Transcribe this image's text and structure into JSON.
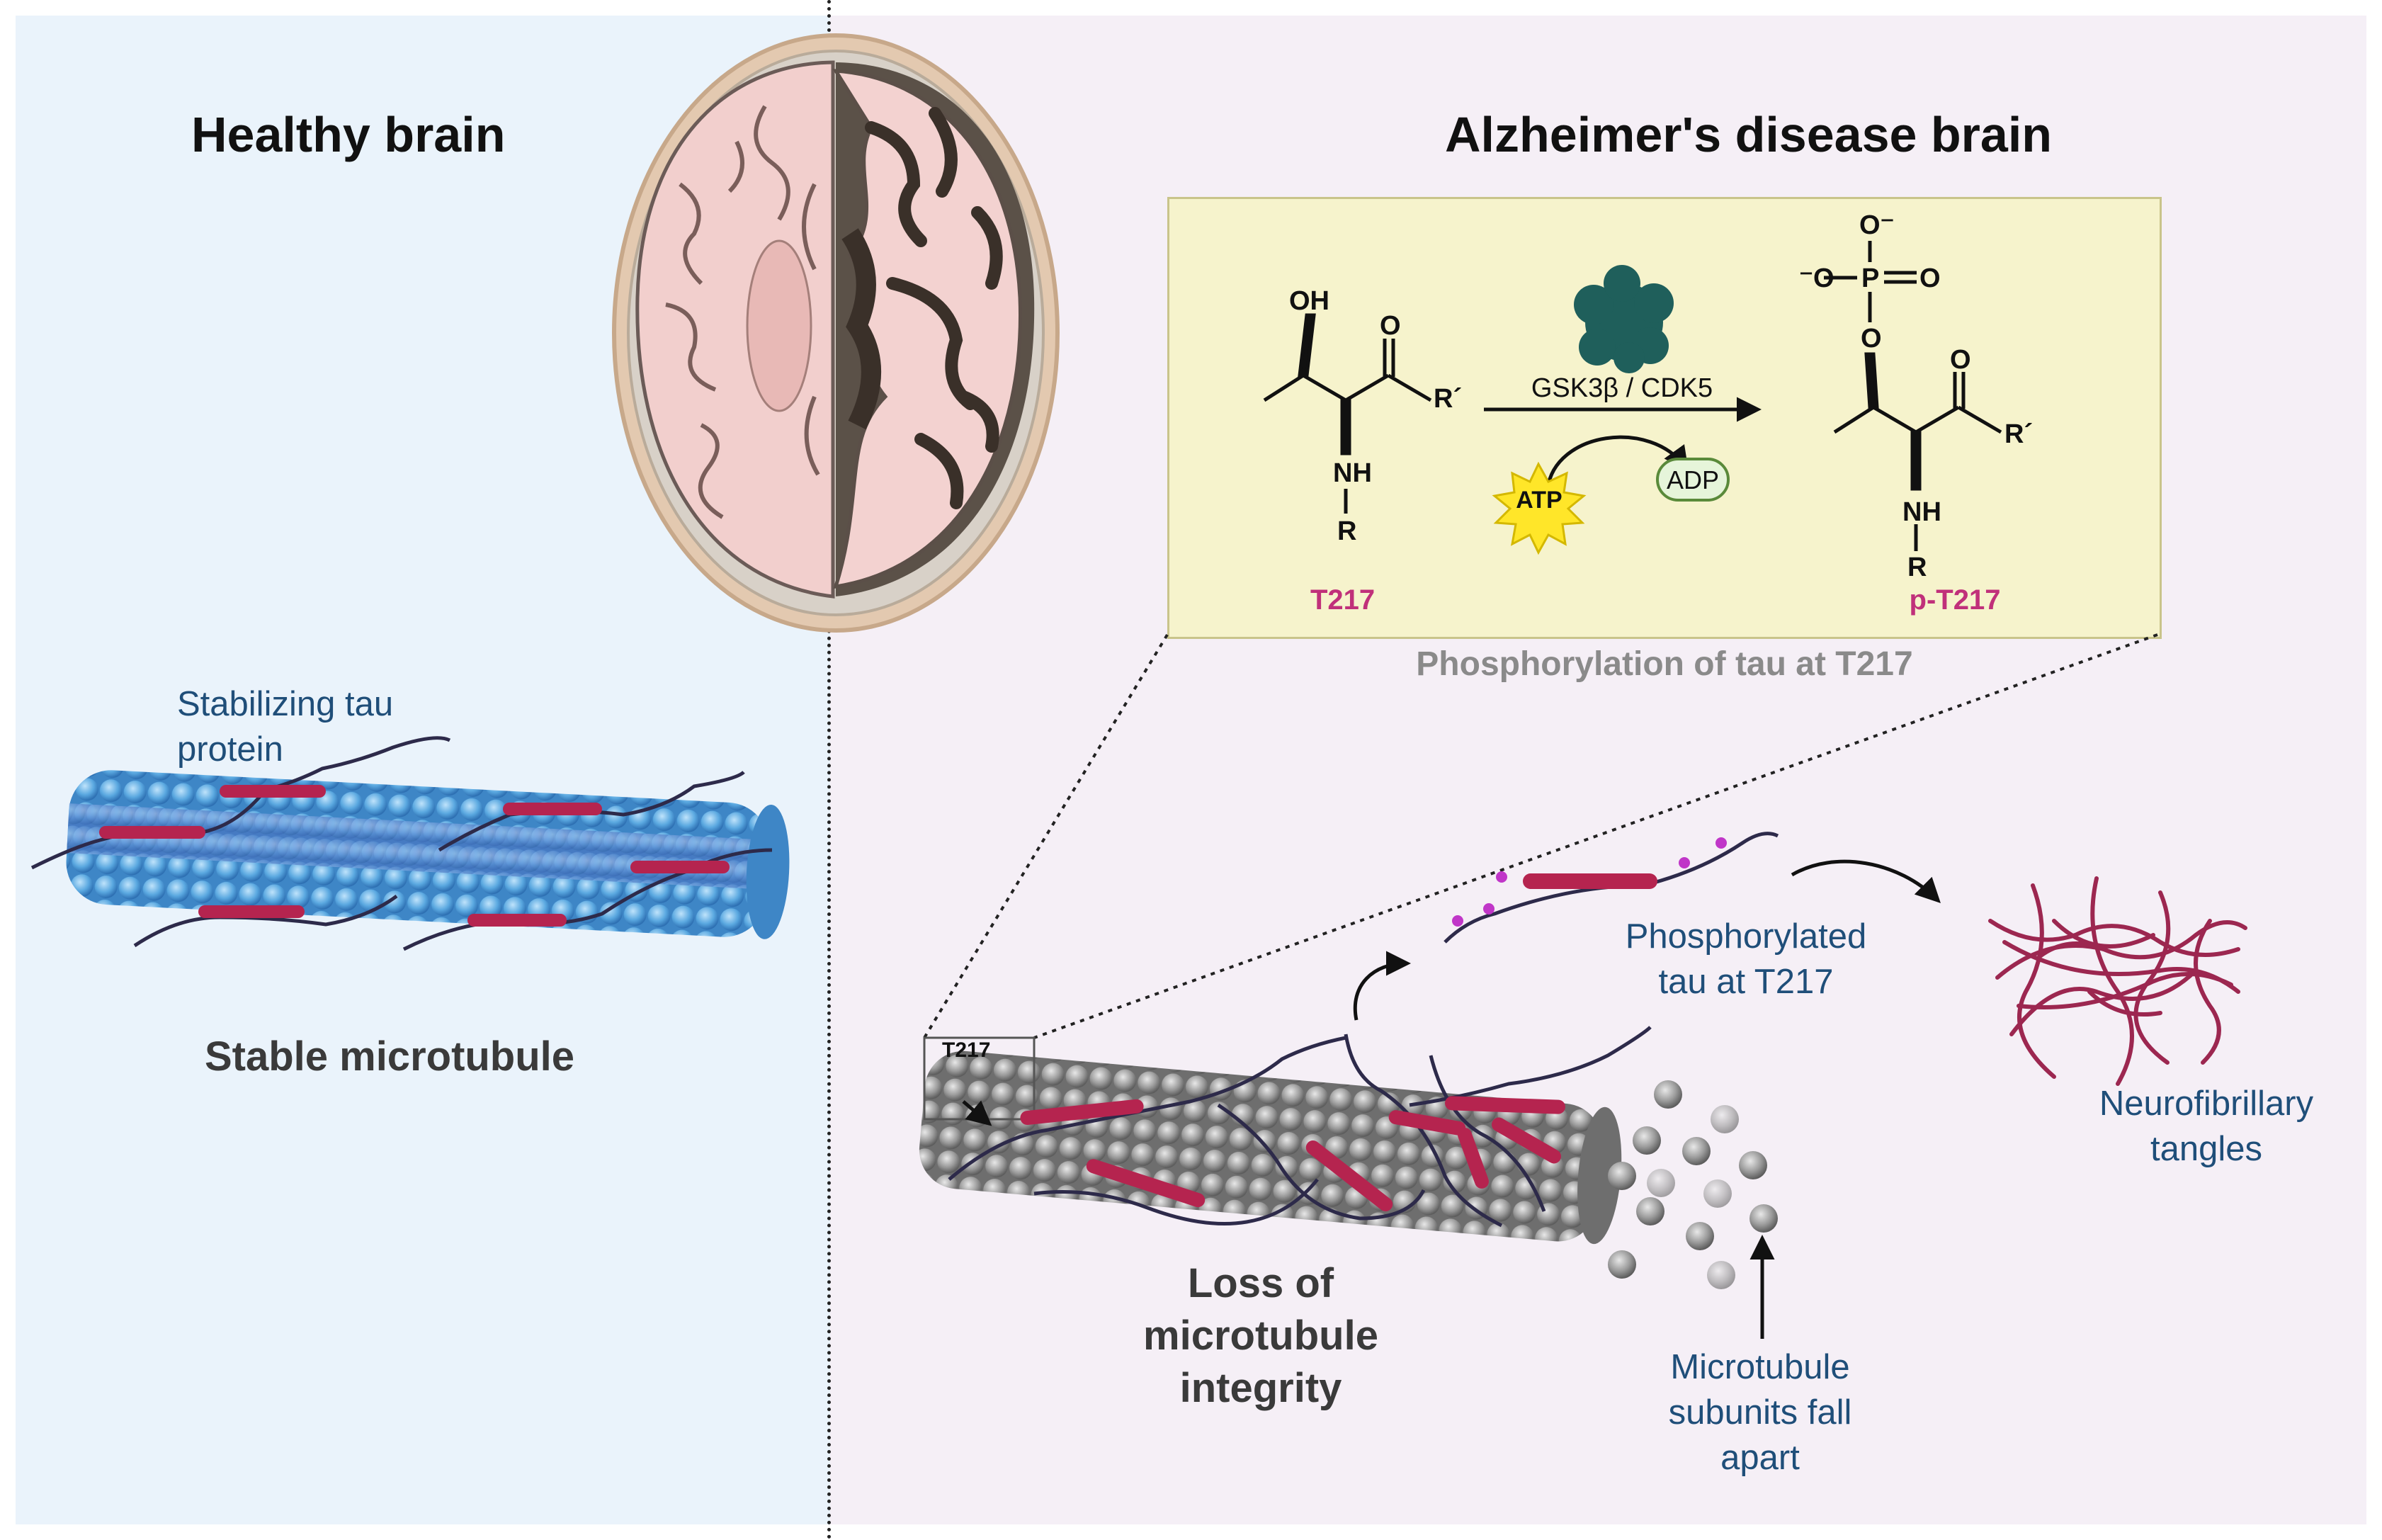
{
  "titles": {
    "healthy": "Healthy brain",
    "alzheimers": "Alzheimer's disease brain"
  },
  "left": {
    "tau_label": "Stabilizing tau protein",
    "microtubule_label": "Stable microtubule"
  },
  "reaction": {
    "substrate_label": "T217",
    "product_label": "p-T217",
    "enzyme": "GSK3β / CDK5",
    "cofactor_in": "ATP",
    "cofactor_out": "ADP",
    "caption": "Phosphorylation of tau at T217",
    "atoms": {
      "oh": "OH",
      "o": "O",
      "r_prime": "R´",
      "nh": "NH",
      "r": "R",
      "o_minus": "O⁻",
      "minus_o": "⁻O",
      "p": "P"
    }
  },
  "right": {
    "inset_label": "T217",
    "phospho_tau_label": "Phosphorylated tau at T217",
    "tangles_label": "Neurofibrillary tangles",
    "loss_label": "Loss of microtubule integrity",
    "subunits_label": "Microtubule subunits fall apart"
  },
  "colors": {
    "healthy_bg": "#eaf3fb",
    "disease_bg": "#f5eff6",
    "tau_red": "#b5244f",
    "phospho_magenta": "#c036c8",
    "microtubule_blue": "#5aa8e0",
    "microtubule_gray": "#9a9a9a",
    "enzyme_teal": "#1f5f5b",
    "label_blue": "#1f4e79",
    "product_pink": "#c0307a"
  }
}
